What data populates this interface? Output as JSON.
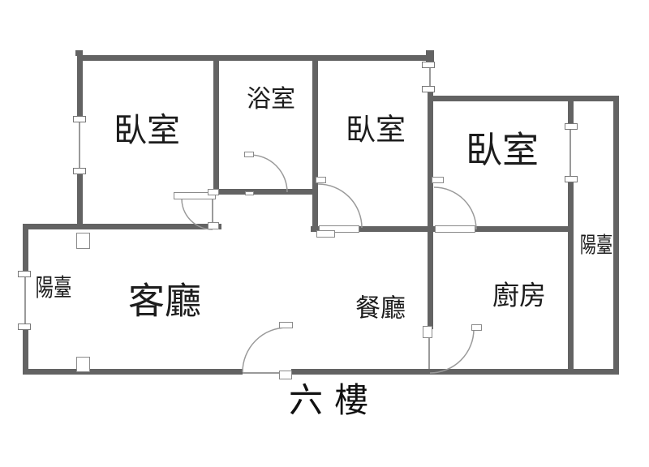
{
  "floor_plan": {
    "floor_label": "六樓",
    "rooms": [
      {
        "id": "bedroom-1",
        "label": "臥室"
      },
      {
        "id": "bathroom",
        "label": "浴室"
      },
      {
        "id": "bedroom-2",
        "label": "臥室"
      },
      {
        "id": "bedroom-3",
        "label": "臥室"
      },
      {
        "id": "balcony-left",
        "label": "陽臺"
      },
      {
        "id": "living-room",
        "label": "客廳"
      },
      {
        "id": "dining-room",
        "label": "餐廳"
      },
      {
        "id": "kitchen",
        "label": "廚房"
      },
      {
        "id": "balcony-right",
        "label": "陽臺"
      }
    ],
    "colors": {
      "wall": "#636363",
      "symbol_line": "#9a9a9a",
      "text": "#1c1c1c",
      "background": "#ffffff"
    }
  }
}
